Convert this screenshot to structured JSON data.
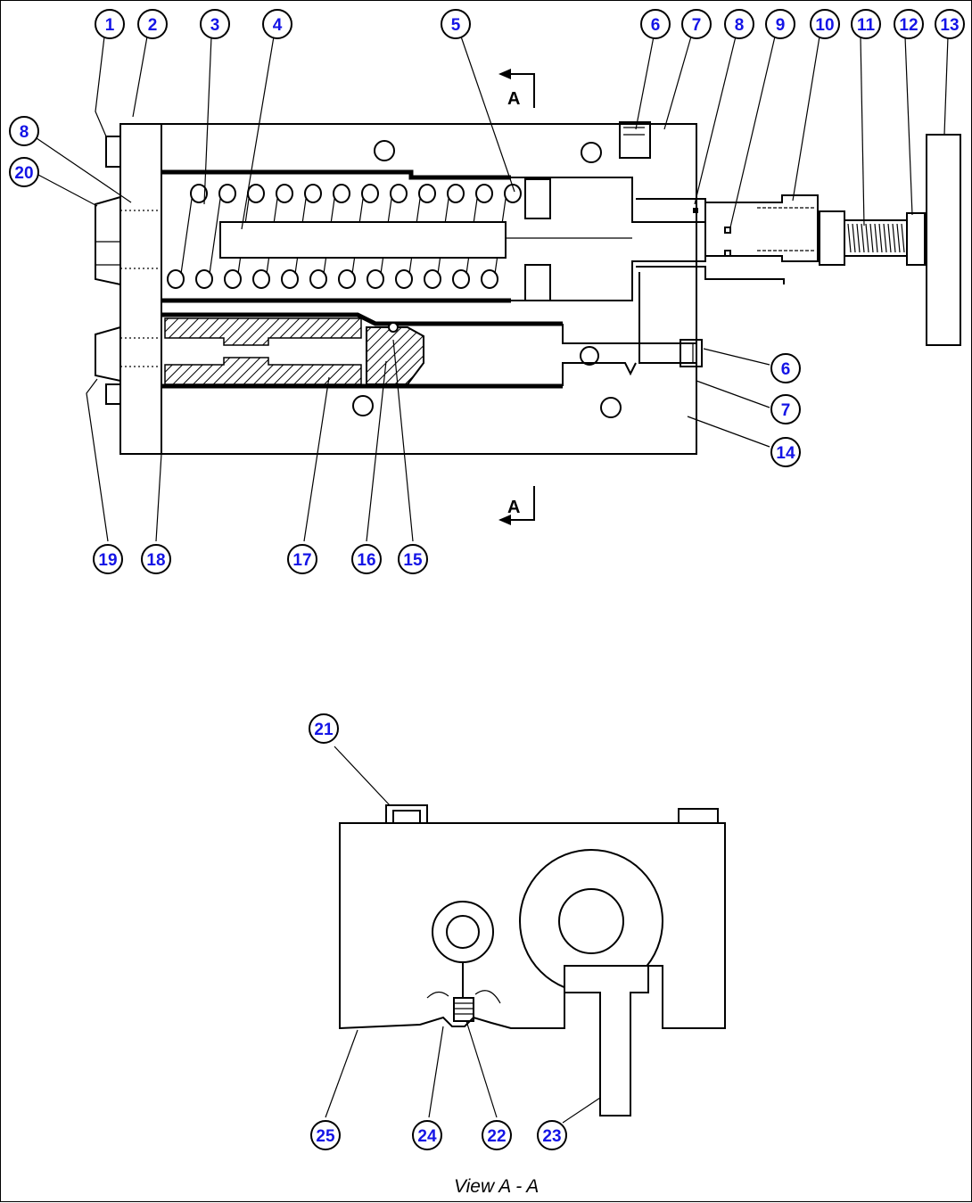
{
  "callouts": [
    {
      "id": "c1",
      "label": "1"
    },
    {
      "id": "c2",
      "label": "2"
    },
    {
      "id": "c3",
      "label": "3"
    },
    {
      "id": "c4",
      "label": "4"
    },
    {
      "id": "c5",
      "label": "5"
    },
    {
      "id": "c6a",
      "label": "6"
    },
    {
      "id": "c7a",
      "label": "7"
    },
    {
      "id": "c8a",
      "label": "8"
    },
    {
      "id": "c9",
      "label": "9"
    },
    {
      "id": "c10",
      "label": "10"
    },
    {
      "id": "c11",
      "label": "11"
    },
    {
      "id": "c12",
      "label": "12"
    },
    {
      "id": "c13",
      "label": "13"
    },
    {
      "id": "c8b",
      "label": "8"
    },
    {
      "id": "c20",
      "label": "20"
    },
    {
      "id": "c6b",
      "label": "6"
    },
    {
      "id": "c7b",
      "label": "7"
    },
    {
      "id": "c14",
      "label": "14"
    },
    {
      "id": "c19",
      "label": "19"
    },
    {
      "id": "c18",
      "label": "18"
    },
    {
      "id": "c17",
      "label": "17"
    },
    {
      "id": "c16",
      "label": "16"
    },
    {
      "id": "c15",
      "label": "15"
    },
    {
      "id": "c21",
      "label": "21"
    },
    {
      "id": "c25",
      "label": "25"
    },
    {
      "id": "c24",
      "label": "24"
    },
    {
      "id": "c22",
      "label": "22"
    },
    {
      "id": "c23",
      "label": "23"
    }
  ],
  "section_marks": {
    "top": "A",
    "bottom": "A"
  },
  "caption": "View A - A",
  "colors": {
    "callout_text": "#1414e6",
    "line": "#000000",
    "background": "#ffffff"
  }
}
